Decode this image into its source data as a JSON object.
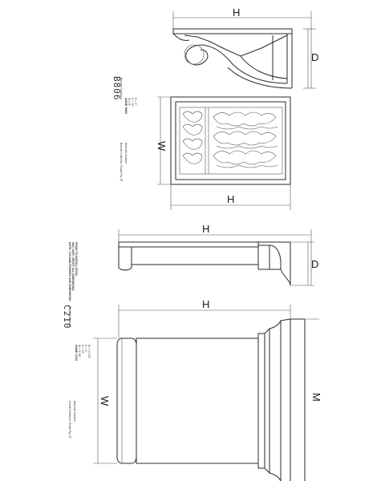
{
  "drawing_top": {
    "code": "B806",
    "labels": {
      "h_side": "H",
      "d_side": "D",
      "w_front": "W",
      "h_front": "H"
    },
    "notes": {
      "left_a": "Bracket Catalog #",
      "left_b1": "NAME: B806",
      "left_b2": "W = 8\"",
      "left_b3": "H = 10\"",
      "left_b4": "D = 3\"",
      "right_a": "Bracket Collection Grade  Pg. 87",
      "right_b": "Attached Surface"
    }
  },
  "drawing_bottom": {
    "code": "C210",
    "labels": {
      "h_side": "H",
      "d_side": "D",
      "h_front": "H",
      "w_front": "W",
      "m_front": "M"
    },
    "notes": {
      "far_left1": "NOTE: COLUMN FINISHES AND DIMENSIONS",
      "far_left2": "MAY VARY. VERIFY ALL DIMENSIONS",
      "far_left3": "PRIOR TO INSTALLATION.",
      "left_a": "Corbel Catalog #",
      "left_b1": "NAME: C210",
      "left_b2": "W = 9 3/4\"",
      "left_b3": "H = 12\"",
      "left_b4": "D = 4\"",
      "left_b5": "M = 10 1/2\"",
      "right_a": "Corbel Collection Grade  Pg. 87",
      "right_b": "Attached Surface"
    }
  }
}
